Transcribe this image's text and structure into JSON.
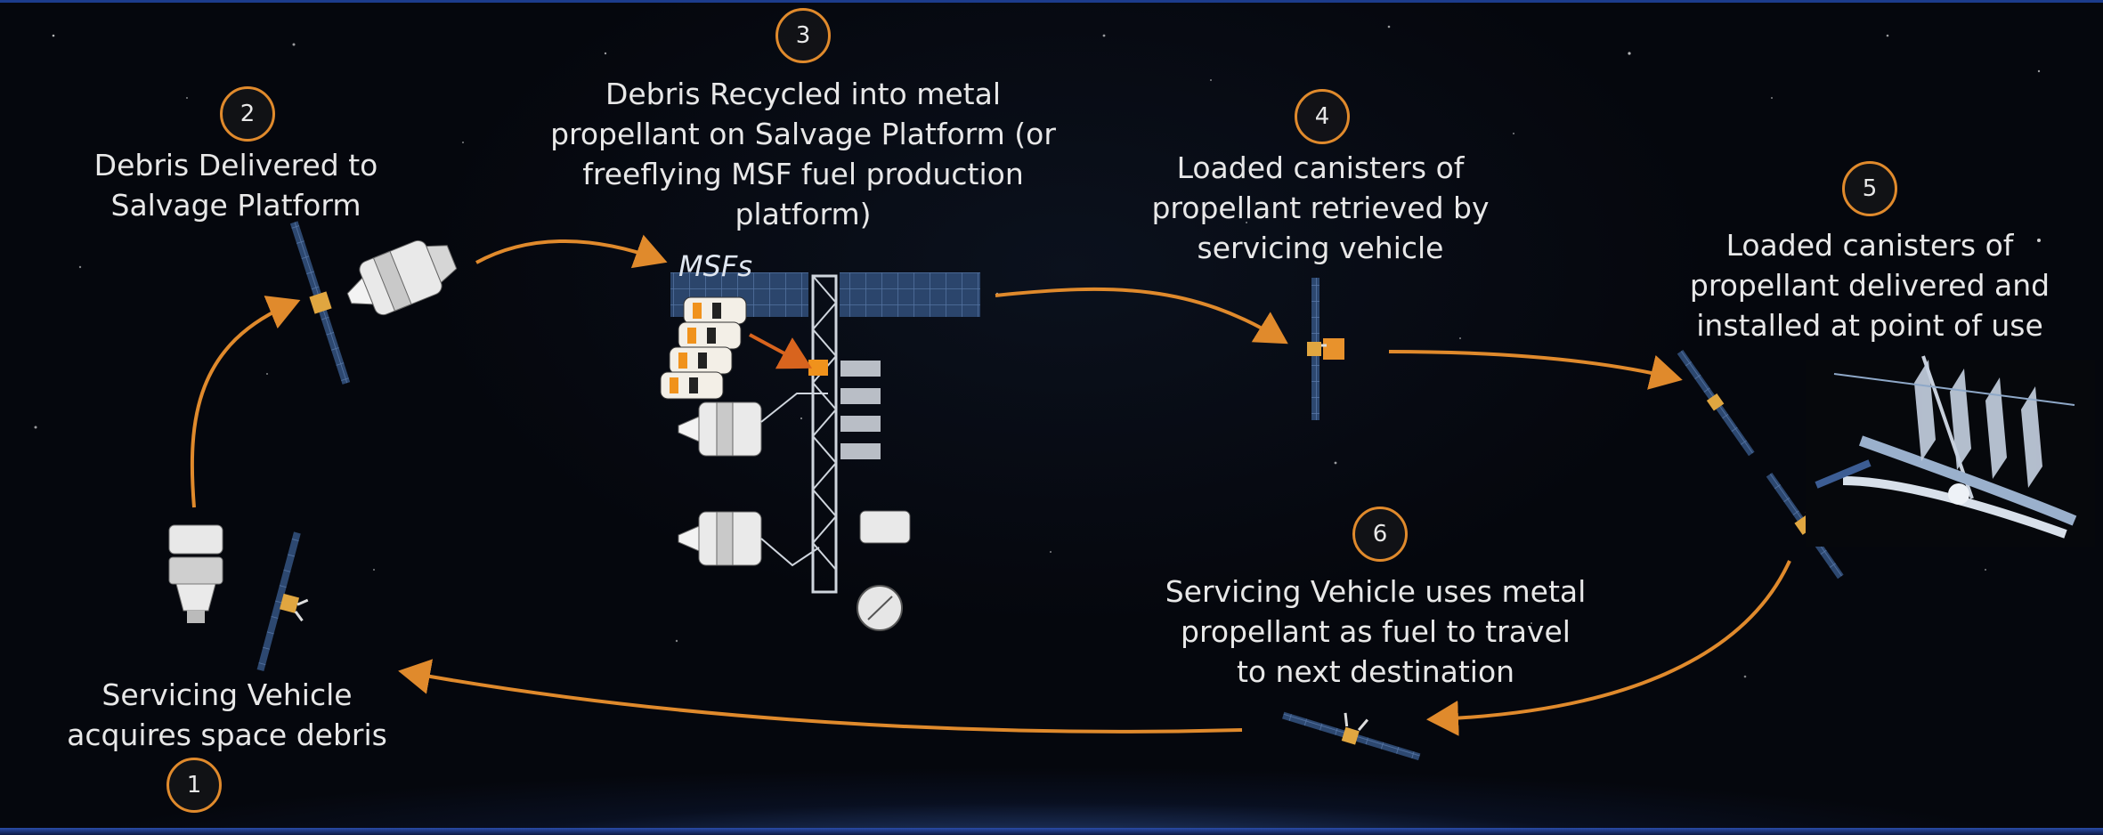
{
  "colors": {
    "accent": "#e08a2c",
    "text": "#e8e8e8",
    "panel": "#2e4a7a",
    "background": "#05070d"
  },
  "steps": [
    {
      "number": "1",
      "text": "Servicing Vehicle acquires space debris"
    },
    {
      "number": "2",
      "text": "Debris Delivered to Salvage Platform"
    },
    {
      "number": "3",
      "text": "Debris Recycled into metal propellant on Salvage Platform (or freeflying MSF fuel production platform)"
    },
    {
      "number": "4",
      "text": "Loaded canisters of propellant retrieved by servicing vehicle"
    },
    {
      "number": "5",
      "text": "Loaded canisters of propellant delivered and installed at point of use"
    },
    {
      "number": "6",
      "text": "Servicing Vehicle uses metal propellant as fuel to travel to next destination"
    }
  ],
  "platform_label": "MSFs",
  "icons": [
    "servicing-vehicle-icon",
    "salvage-platform-icon",
    "debris-stage-icon",
    "space-station-icon",
    "canister-icon"
  ]
}
